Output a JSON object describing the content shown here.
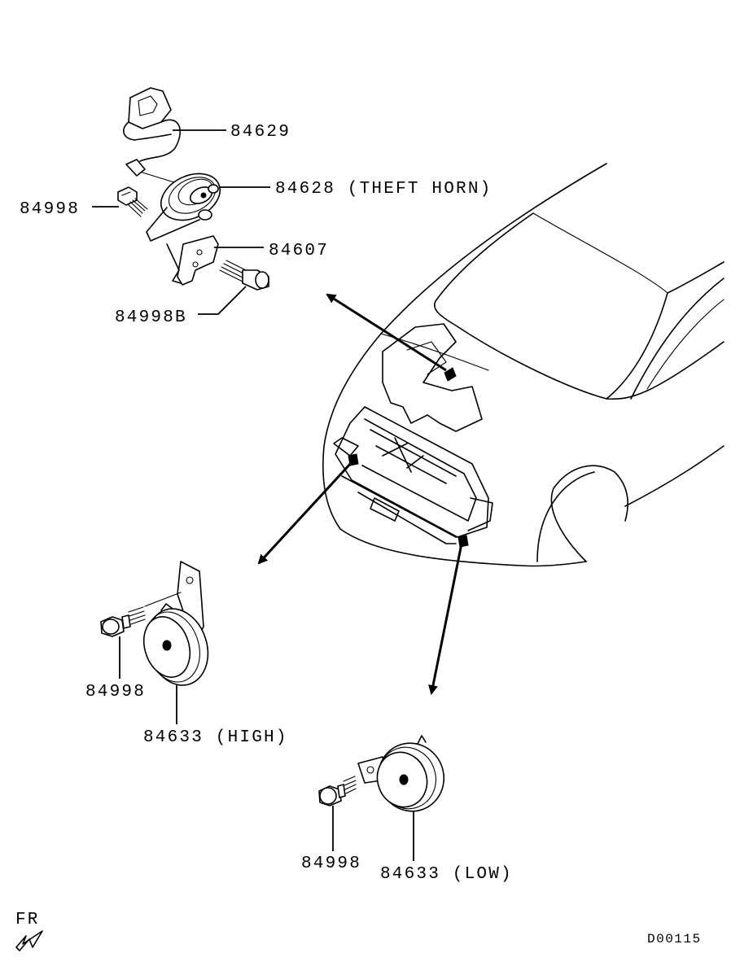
{
  "diagram": {
    "labels": {
      "wire_harness": "84629",
      "theft_horn": "84628 (THEFT HORN)",
      "bolt_top": "84998",
      "bracket": "84607",
      "bolt_b": "84998B",
      "bolt_high": "84998",
      "horn_high": "84633 (HIGH)",
      "bolt_low": "84998",
      "horn_low": "84633 (LOW)"
    },
    "front_indicator": "FR",
    "drawing_code": "D00115"
  }
}
